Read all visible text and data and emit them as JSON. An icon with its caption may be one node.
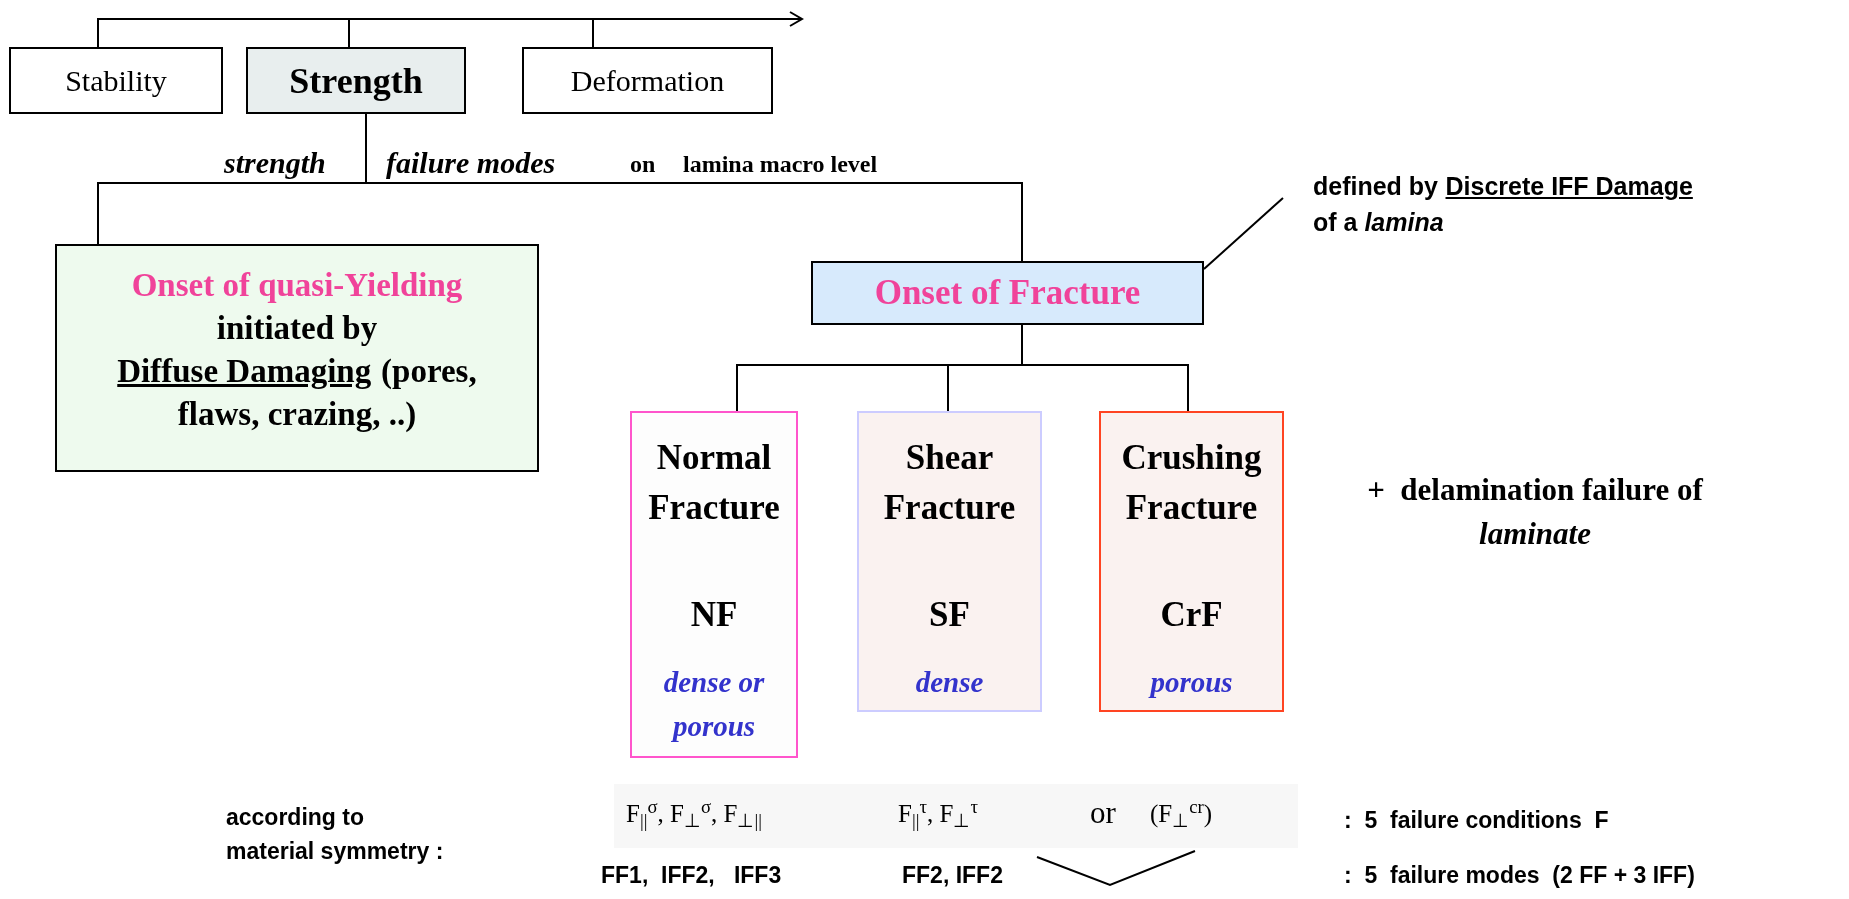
{
  "diagram": {
    "nodes": [
      {
        "text": [
          "Stability"
        ]
      },
      {
        "text": [
          "Strength"
        ]
      },
      {
        "text": [
          "Deformation"
        ]
      },
      {
        "text": [
          "Onset of  quasi-Yielding",
          "initiated by",
          "Diffuse Damaging",
          "(pores, flaws, crazing, ..)"
        ]
      },
      {
        "text": [
          "Onset of Fracture"
        ]
      },
      {
        "text": [
          "defined by",
          "Discrete IFF Damage",
          "of a *lamina*"
        ]
      },
      {
        "text": [
          "Normal Fracture",
          "NF",
          "dense or porous"
        ]
      },
      {
        "text": [
          "Shear Fracture",
          "SF",
          "dense"
        ]
      },
      {
        "text": [
          "Crushing Fracture",
          "CrF",
          "porous"
        ]
      }
    ],
    "edges": [
      {
        "from": 0,
        "to": 1,
        "arrow": "none"
      },
      {
        "from": 1,
        "to": 2,
        "arrow": "none"
      },
      {
        "from": 2,
        "to": null,
        "arrow": "to"
      },
      {
        "from": 1,
        "to": 3,
        "arrow": "none"
      },
      {
        "from": 1,
        "to": 4,
        "arrow": "none"
      },
      {
        "from": 5,
        "to": 4,
        "arrow": "none"
      },
      {
        "from": 4,
        "to": 6,
        "arrow": "none"
      },
      {
        "from": 4,
        "to": 7,
        "arrow": "none"
      },
      {
        "from": 4,
        "to": 8,
        "arrow": "none"
      }
    ],
    "labels": [
      "strength",
      "failure modes",
      "on",
      "lamina macro level",
      "+  delamination failure of *laminate*",
      "according to material symmetry :",
      "F$_{||}$$^{σ}$, F$_{⊥}$$^{σ}$, F$_{⊥||}$",
      "F$_{||}$$^{τ}$, F$_{⊥}$$^{τ}$",
      "or",
      "(F$_{⊥}$$^{cr}$)",
      ":  5  failure conditions  F",
      "FF1,  IFF2,   IFF3",
      "FF2, IFF2",
      ":  5  failure modes  (2 FF + 3 IFF)"
    ]
  }
}
